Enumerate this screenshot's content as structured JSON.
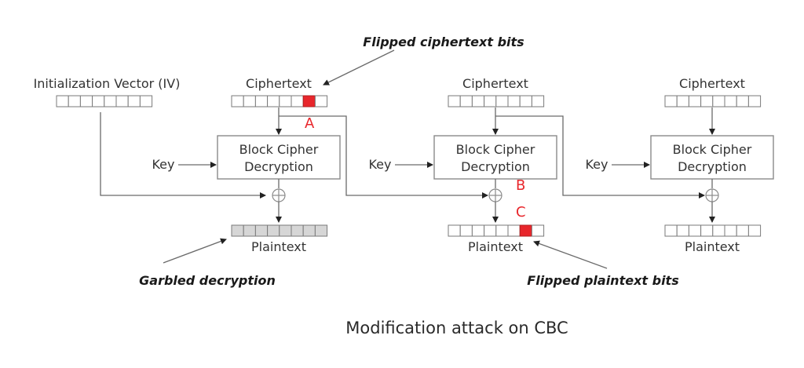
{
  "annotations": {
    "flipped_ciphertext": "Flipped ciphertext bits",
    "garbled_decryption": "Garbled decryption",
    "flipped_plaintext": "Flipped plaintext bits"
  },
  "iv": {
    "label": "Initialization Vector (IV)",
    "bits": 8
  },
  "stages": [
    {
      "ciphertext_label": "Ciphertext",
      "block_line1": "Block Cipher",
      "block_line2": "Decryption",
      "key_label": "Key",
      "plaintext_label": "Plaintext",
      "ciphertext_flipped_index": 6,
      "plaintext_state": "garbled",
      "plaintext_flipped_index": null
    },
    {
      "ciphertext_label": "Ciphertext",
      "block_line1": "Block Cipher",
      "block_line2": "Decryption",
      "key_label": "Key",
      "plaintext_label": "Plaintext",
      "ciphertext_flipped_index": null,
      "plaintext_state": "normal",
      "plaintext_flipped_index": 6
    },
    {
      "ciphertext_label": "Ciphertext",
      "block_line1": "Block Cipher",
      "block_line2": "Decryption",
      "key_label": "Key",
      "plaintext_label": "Plaintext",
      "ciphertext_flipped_index": null,
      "plaintext_state": "normal",
      "plaintext_flipped_index": null
    }
  ],
  "markers": {
    "a": "A",
    "b": "B",
    "c": "C"
  },
  "colors": {
    "flipped": "#e8262b",
    "garbled": "#d6d6d6"
  },
  "title": "Modification attack on CBC"
}
